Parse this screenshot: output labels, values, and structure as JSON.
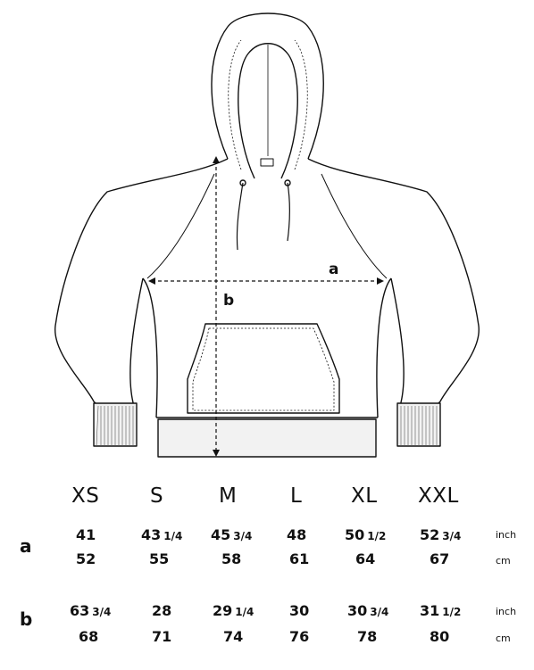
{
  "diagram_labels": {
    "a": "a",
    "b": "b"
  },
  "sizes": [
    "XS",
    "S",
    "M",
    "L",
    "XL",
    "XXL"
  ],
  "measurements": [
    {
      "name": "a",
      "inch": [
        {
          "whole": "41",
          "frac": ""
        },
        {
          "whole": "43",
          "frac": "1/4"
        },
        {
          "whole": "45",
          "frac": "3/4"
        },
        {
          "whole": "48",
          "frac": ""
        },
        {
          "whole": "50",
          "frac": "1/2"
        },
        {
          "whole": "52",
          "frac": "3/4"
        }
      ],
      "cm": [
        "52",
        "55",
        "58",
        "61",
        "64",
        "67"
      ]
    },
    {
      "name": "b",
      "inch": [
        {
          "whole": "63",
          "frac": "3/4"
        },
        {
          "whole": "28",
          "frac": ""
        },
        {
          "whole": "29",
          "frac": "1/4"
        },
        {
          "whole": "30",
          "frac": ""
        },
        {
          "whole": "30",
          "frac": "3/4"
        },
        {
          "whole": "31",
          "frac": "1/2"
        }
      ],
      "cm": [
        "68",
        "71",
        "74",
        "76",
        "78",
        "80"
      ]
    }
  ],
  "units": {
    "inch": "inch",
    "cm": "cm"
  }
}
